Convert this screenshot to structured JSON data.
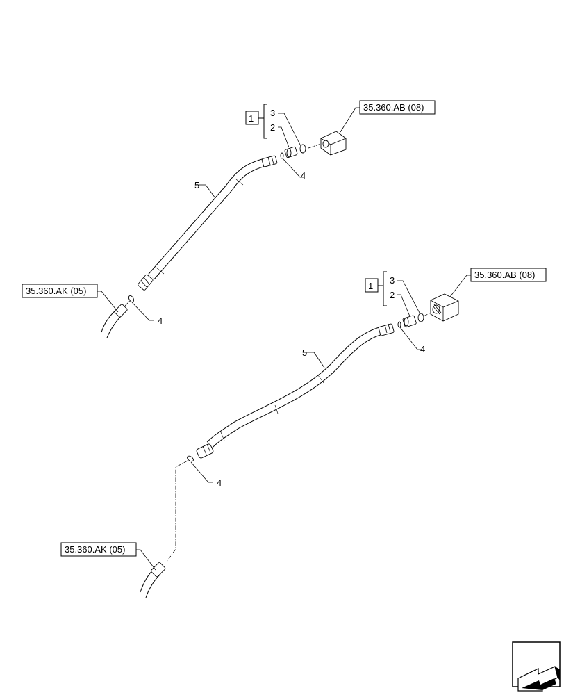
{
  "assembly_top": {
    "refs": {
      "valve": "35.360.AB (08)",
      "tube": "35.360.AK (05)"
    },
    "kit": {
      "box": "1",
      "item_a": "3",
      "item_b": "2"
    },
    "labels": {
      "hose": "5",
      "oring_near_valve": "4",
      "oring_near_tube": "4"
    }
  },
  "assembly_bottom": {
    "refs": {
      "valve": "35.360.AB (08)",
      "tube": "35.360.AK (05)"
    },
    "kit": {
      "box": "1",
      "item_a": "3",
      "item_b": "2"
    },
    "labels": {
      "hose": "5",
      "oring_near_valve": "4",
      "oring_near_tube": "4"
    }
  },
  "icons": {
    "navigation": "arrow-navigation-icon"
  }
}
